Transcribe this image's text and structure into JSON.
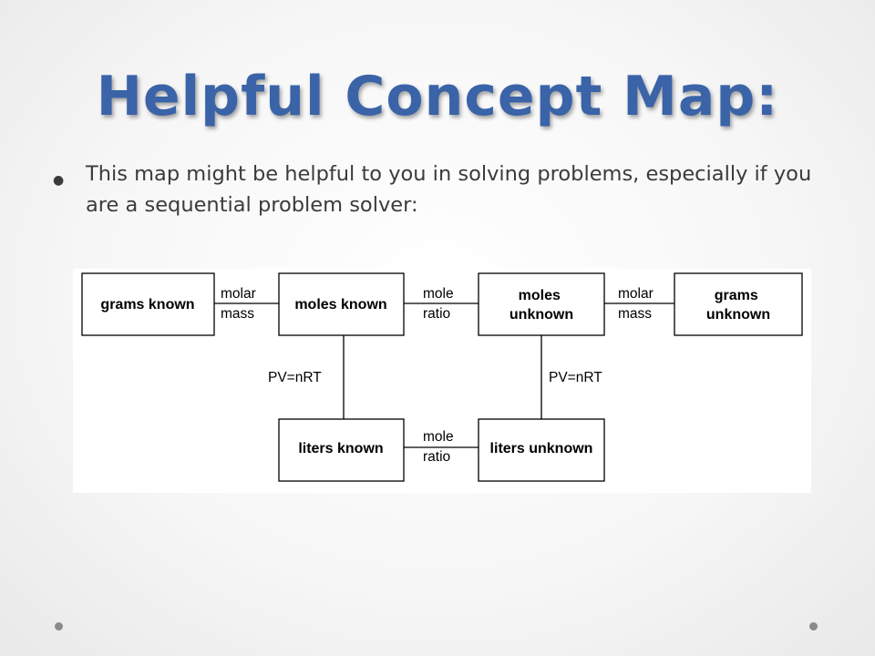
{
  "slide": {
    "title": "Helpful Concept Map:",
    "bullet": "This map might be helpful to you in solving problems, especially if you are a sequential problem solver:",
    "title_color": "#3a63a8"
  },
  "diagram": {
    "nodes": {
      "grams_known": [
        "grams known"
      ],
      "moles_known": [
        "moles known"
      ],
      "moles_unknown": [
        "moles",
        "unknown"
      ],
      "grams_unknown": [
        "grams",
        "unknown"
      ],
      "liters_known": [
        "liters known"
      ],
      "liters_unknown": [
        "liters unknown"
      ]
    },
    "edges": {
      "grams_to_moles_known": [
        "molar",
        "mass"
      ],
      "moles_known_to_moles_unknown": [
        "mole",
        "ratio"
      ],
      "moles_unknown_to_grams_unknown": [
        "molar",
        "mass"
      ],
      "moles_known_to_liters_known": [
        "PV=nRT"
      ],
      "moles_unknown_to_liters_unknown": [
        "PV=nRT"
      ],
      "liters_known_to_liters_unknown": [
        "mole",
        "ratio"
      ]
    }
  }
}
